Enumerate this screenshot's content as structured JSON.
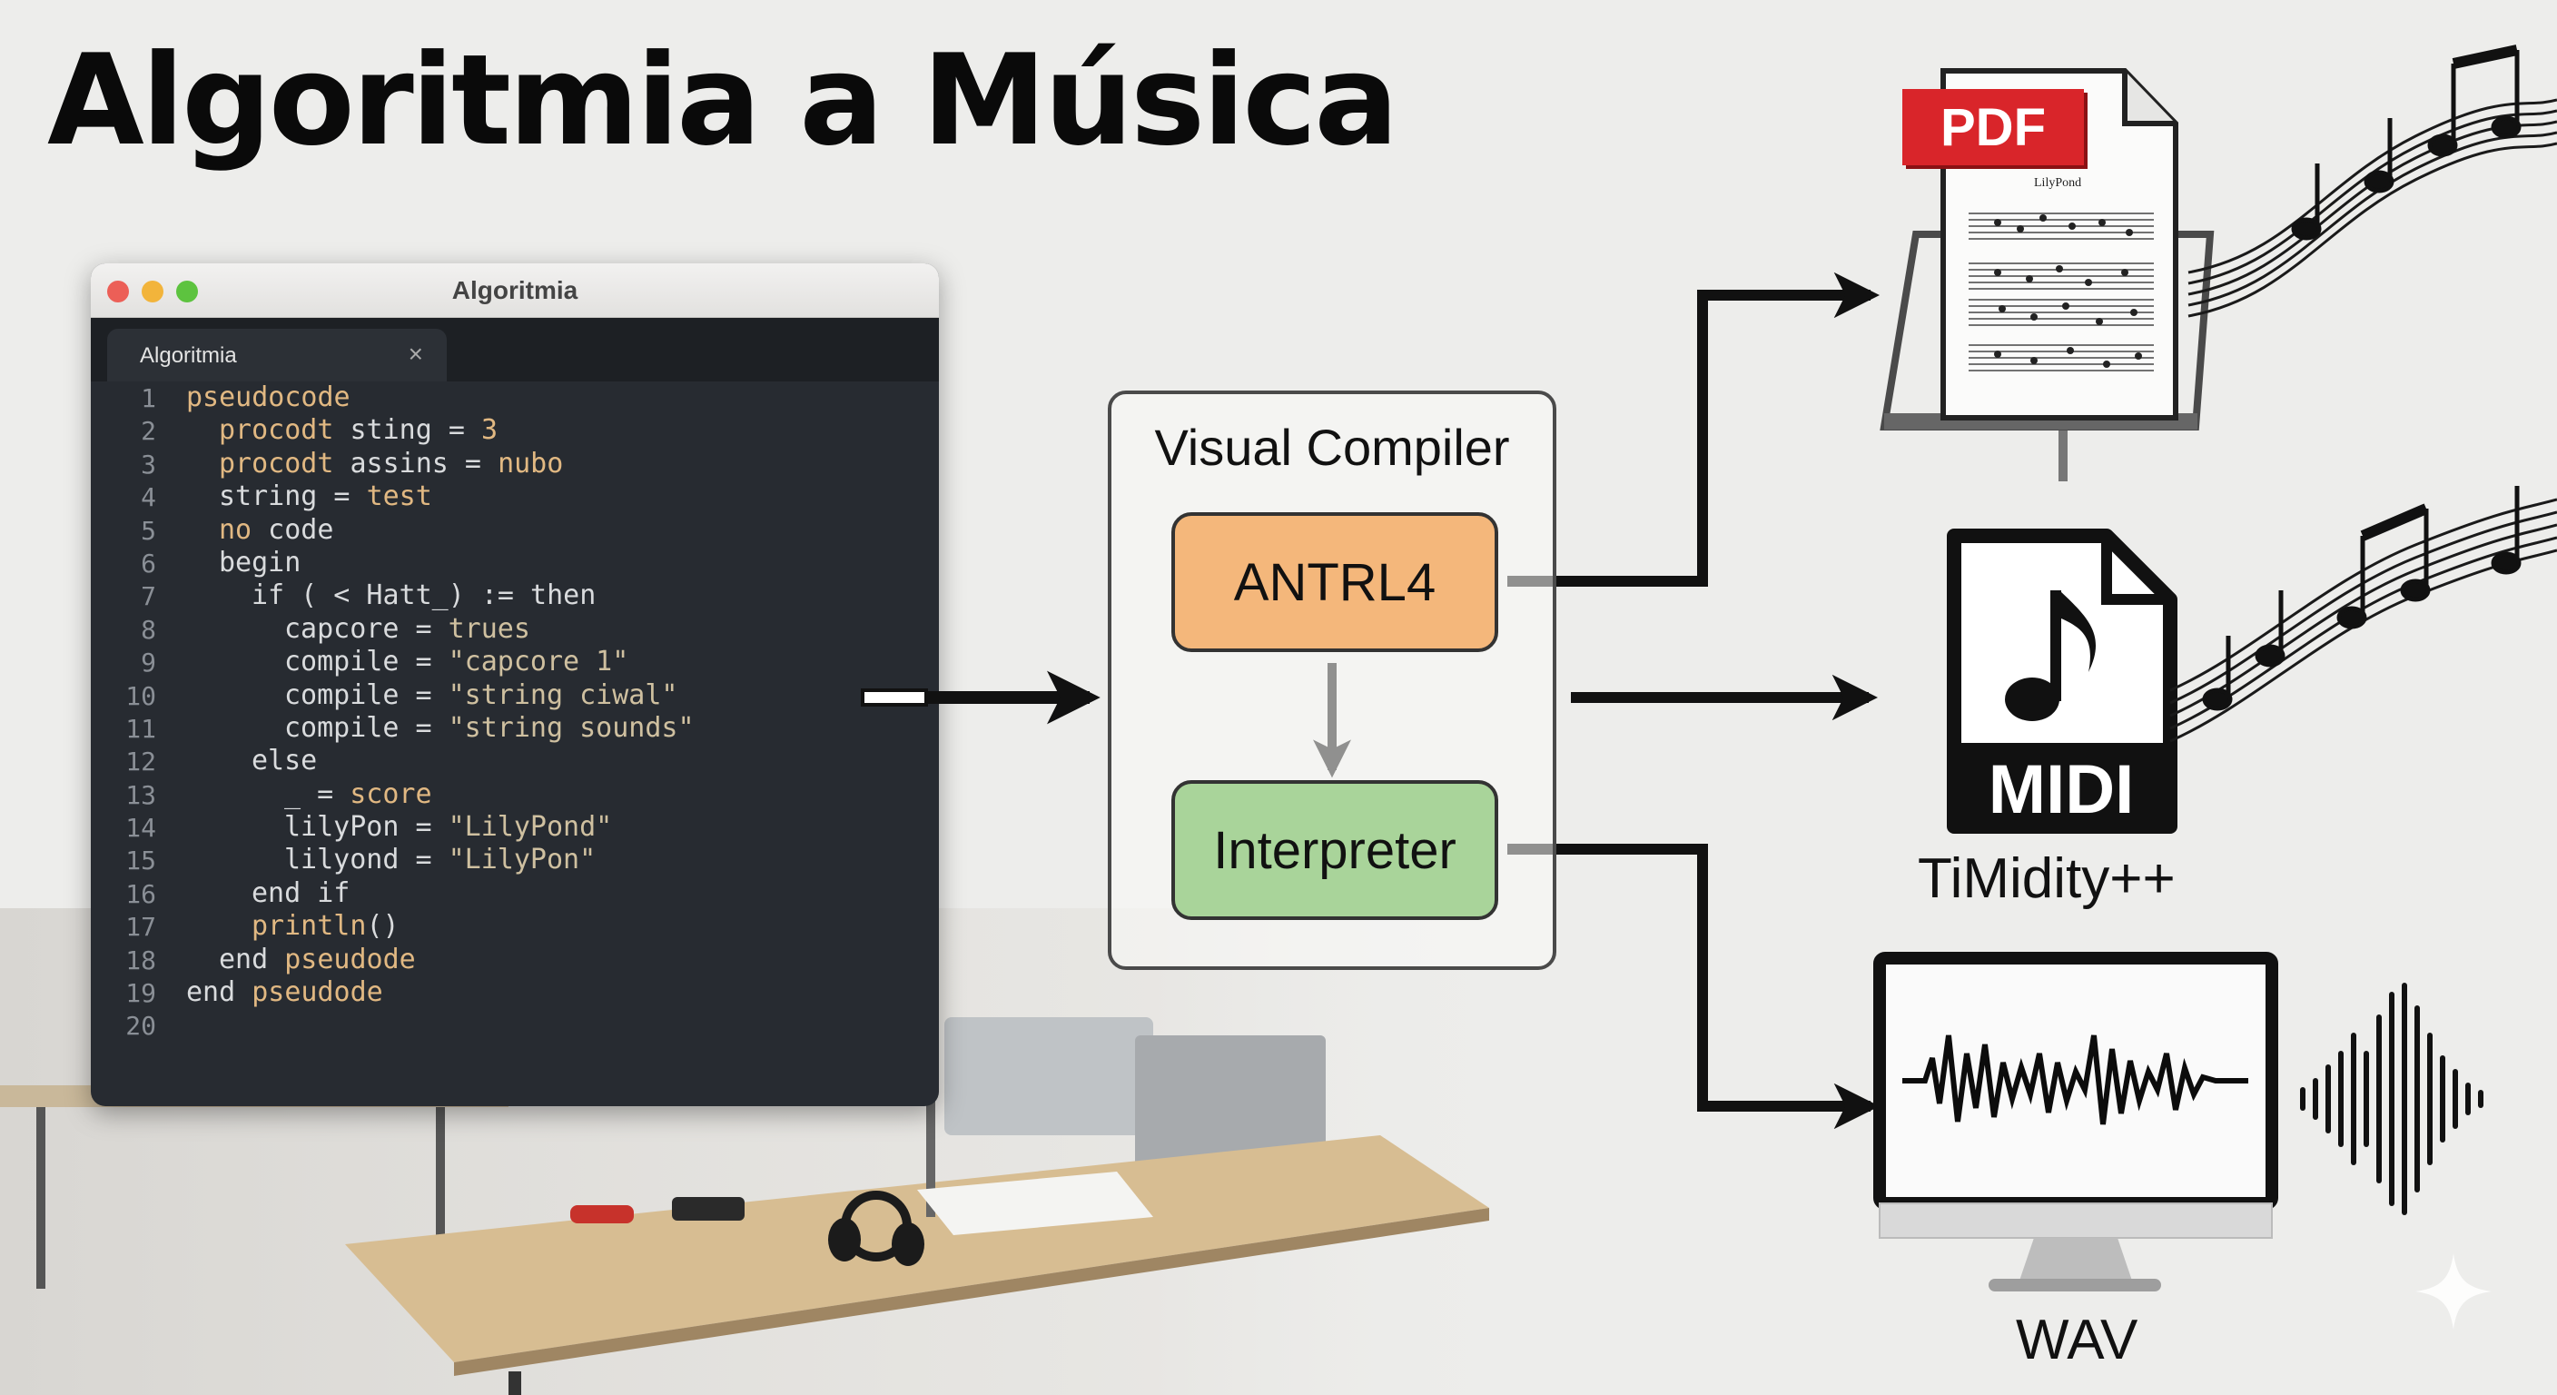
{
  "title": "Algoritmia a Música",
  "editor": {
    "window_title": "Algoritmia",
    "tab_label": "Algoritmia",
    "tab_close": "×",
    "lines": [
      {
        "num": "1",
        "indent": 0,
        "tokens": [
          {
            "t": "pseudocode",
            "c": "kw"
          }
        ]
      },
      {
        "num": "2",
        "indent": 1,
        "tokens": [
          {
            "t": "procodt",
            "c": "kw"
          },
          {
            "t": " sting = ",
            "c": "plain"
          },
          {
            "t": "3",
            "c": "kw"
          }
        ]
      },
      {
        "num": "3",
        "indent": 1,
        "tokens": [
          {
            "t": "procodt",
            "c": "kw"
          },
          {
            "t": " assins = ",
            "c": "plain"
          },
          {
            "t": "nubo",
            "c": "kw"
          }
        ]
      },
      {
        "num": "4",
        "indent": 1,
        "tokens": [
          {
            "t": "string = ",
            "c": "plain"
          },
          {
            "t": "test",
            "c": "kw"
          }
        ]
      },
      {
        "num": "5",
        "indent": 1,
        "tokens": [
          {
            "t": "no",
            "c": "kw"
          },
          {
            "t": " code",
            "c": "plain"
          }
        ]
      },
      {
        "num": "6",
        "indent": 1,
        "tokens": [
          {
            "t": "begin",
            "c": "plain"
          }
        ]
      },
      {
        "num": "7",
        "indent": 2,
        "tokens": [
          {
            "t": "if ( < Hatt_) := then",
            "c": "plain"
          }
        ]
      },
      {
        "num": "8",
        "indent": 3,
        "tokens": [
          {
            "t": "capcore = ",
            "c": "plain"
          },
          {
            "t": "trues",
            "c": "str"
          }
        ]
      },
      {
        "num": "9",
        "indent": 3,
        "tokens": [
          {
            "t": "compile = ",
            "c": "plain"
          },
          {
            "t": "\"capcore 1\"",
            "c": "str"
          }
        ]
      },
      {
        "num": "10",
        "indent": 3,
        "tokens": [
          {
            "t": "compile = ",
            "c": "plain"
          },
          {
            "t": "\"string ciwal\"",
            "c": "str"
          }
        ]
      },
      {
        "num": "11",
        "indent": 3,
        "tokens": [
          {
            "t": "compile = ",
            "c": "plain"
          },
          {
            "t": "\"string sounds\"",
            "c": "str"
          }
        ]
      },
      {
        "num": "12",
        "indent": 2,
        "tokens": [
          {
            "t": "else",
            "c": "plain"
          }
        ]
      },
      {
        "num": "13",
        "indent": 3,
        "tokens": [
          {
            "t": "_ = ",
            "c": "plain"
          },
          {
            "t": "score",
            "c": "kw"
          }
        ]
      },
      {
        "num": "14",
        "indent": 3,
        "tokens": [
          {
            "t": "lilyPon = ",
            "c": "plain"
          },
          {
            "t": "\"LilyPond\"",
            "c": "str"
          }
        ]
      },
      {
        "num": "15",
        "indent": 3,
        "tokens": [
          {
            "t": "lilyond = ",
            "c": "plain"
          },
          {
            "t": "\"LilyPon\"",
            "c": "str"
          }
        ]
      },
      {
        "num": "16",
        "indent": 2,
        "tokens": [
          {
            "t": "end if",
            "c": "plain"
          }
        ]
      },
      {
        "num": "17",
        "indent": 2,
        "tokens": [
          {
            "t": "println",
            "c": "kw"
          },
          {
            "t": "()",
            "c": "plain"
          }
        ]
      },
      {
        "num": "18",
        "indent": 1,
        "tokens": [
          {
            "t": "end ",
            "c": "plain"
          },
          {
            "t": "pseudode",
            "c": "kw"
          }
        ]
      },
      {
        "num": "19",
        "indent": 0,
        "tokens": [
          {
            "t": "end ",
            "c": "plain"
          },
          {
            "t": "pseudode",
            "c": "kw"
          }
        ]
      },
      {
        "num": "20",
        "indent": 0,
        "tokens": []
      }
    ]
  },
  "compiler": {
    "title": "Visual Compiler",
    "stage1": "ANTRL4",
    "stage2": "Interpreter"
  },
  "outputs": {
    "pdf_badge": "PDF",
    "sheet_title": "LilyPond",
    "midi_label": "MIDI",
    "midi_caption": "TiMidity++",
    "wav_caption": "WAV"
  },
  "colors": {
    "antlr_fill": "#f4b77b",
    "interpreter_fill": "#a9d49a",
    "pdf_red": "#d9252a",
    "editor_bg": "#272b31",
    "keyword": "#e1b882"
  }
}
